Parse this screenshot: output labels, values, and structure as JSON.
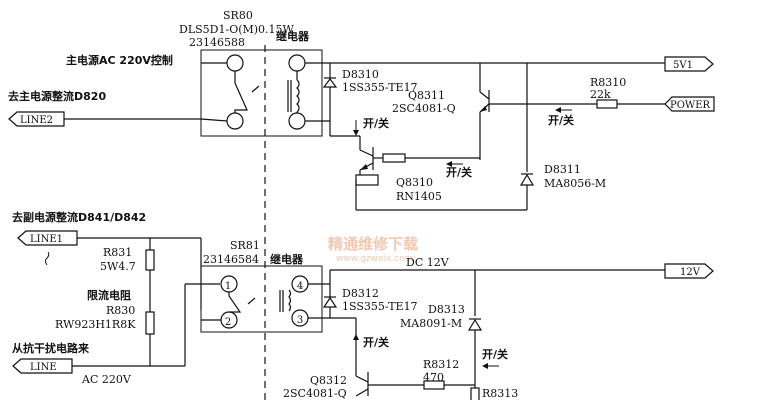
{
  "relay_top": {
    "model": "SR80",
    "part": "DLS5D1-O(M)0.15W",
    "code": "23146588",
    "relay_label": "继电器",
    "control_label": "主电源AC 220V控制",
    "out_note": "去主电源整流D820",
    "out_port": "LINE2"
  },
  "top_right": {
    "port_5v1": "5V1",
    "port_power": "POWER",
    "d8310_name": "D8310",
    "d8310_part": "1SS355-TE17",
    "q8311_name": "Q8311",
    "q8311_part": "2SC4081-Q",
    "r8310_name": "R8310",
    "r8310_value": "22k",
    "on_label_1": "开/关",
    "on_label_2": "开/关",
    "on_label_3": "开/关",
    "q8310_name": "Q8310",
    "q8310_part": "RN1405",
    "d8311_name": "D8311",
    "d8311_part": "MA8056-M"
  },
  "left_mid": {
    "sub_note": "去副电源整流D841/D842",
    "line1_port": "LINE1",
    "r831_name": "R831",
    "r831_value": "5W4.7",
    "limit_label": "限流电阻",
    "r830_name": "R830",
    "r830_part": "RW923H1R8K",
    "from_label": "从抗干扰电路来",
    "line_port": "LINE",
    "ac_label": "AC 220V"
  },
  "relay_bottom": {
    "model": "SR81",
    "code": "23146584",
    "relay_label": "继电器",
    "pin1": "1",
    "pin2": "2",
    "pin3": "3",
    "pin4": "4",
    "d8312_name": "D8312",
    "d8312_part": "1SS355-TE17",
    "dc_label": "DC 12V",
    "port_12v": "12V",
    "d8313_name": "D8313",
    "d8313_part": "MA8091-M",
    "on_label_4": "开/关",
    "on_label_5": "开/关",
    "r8312_name": "R8312",
    "r8312_value": "470",
    "q8312_name": "Q8312",
    "q8312_part": "2SC4081-Q",
    "r8313_name": "R8313"
  },
  "watermark": {
    "text": "精通维修下载",
    "url": "www.gzweix.com"
  }
}
